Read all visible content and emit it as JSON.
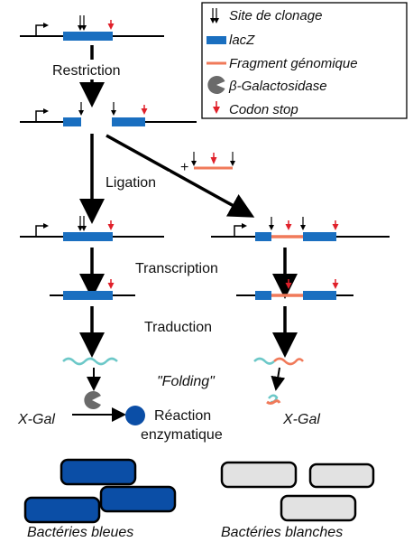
{
  "legend": {
    "items": [
      {
        "symbol": "double-down-arrow",
        "label": "Site de clonage"
      },
      {
        "symbol": "blue-bar",
        "label": "lacZ"
      },
      {
        "symbol": "orange-line",
        "label": "Fragment génomique"
      },
      {
        "symbol": "pacman",
        "label": "β-Galactosidase"
      },
      {
        "symbol": "red-arrow",
        "label": "Codon stop"
      }
    ]
  },
  "steps": {
    "restriction": "Restriction",
    "ligation": "Ligation",
    "transcription": "Transcription",
    "traduction": "Traduction",
    "folding": "\"Folding\"",
    "plus": "+"
  },
  "substrate_left": "X-Gal",
  "substrate_right": "X-Gal",
  "reaction_line1": "Réaction",
  "reaction_line2": "enzymatique",
  "bacteria_blue_label": "Bactéries bleues",
  "bacteria_white_label": "Bactéries blanches",
  "colors": {
    "lacZ": "#1a6fc0",
    "fragment": "#f07a5a",
    "stop": "#e0202a",
    "enzyme": "#6a6a6a",
    "mrna": "#6cc8c8",
    "product": "#0b4ea6",
    "bacteria_blue": "#0b4ea6",
    "bacteria_white": "#e2e2e2"
  }
}
